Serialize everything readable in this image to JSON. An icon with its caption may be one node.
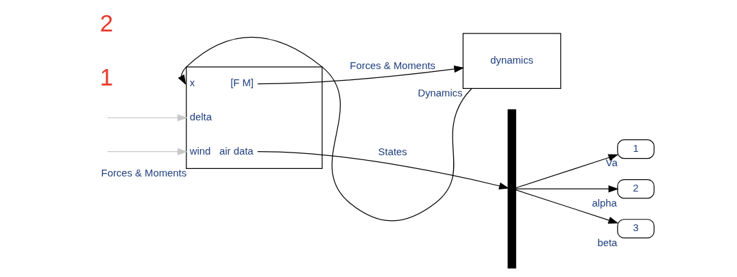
{
  "diagram": {
    "nodes": [
      {
        "text": [
          "x",
          "delta",
          "wind",
          "[F M]",
          "air data"
        ],
        "beside": [
          "Forces & Moments"
        ]
      },
      {
        "text": [
          "dynamics"
        ],
        "beside": [
          "Dynamics"
        ]
      },
      {
        "text": [],
        "shape": "bar"
      },
      {
        "text": [
          "1"
        ],
        "beside": [
          "Va"
        ]
      },
      {
        "text": [
          "2"
        ],
        "beside": [
          "alpha"
        ]
      },
      {
        "text": [
          "3"
        ],
        "beside": [
          "beta"
        ]
      }
    ],
    "edges": [
      {
        "from": 1,
        "to": 0,
        "arrow": "to"
      },
      {
        "from": null,
        "to": 0,
        "arrow": "to",
        "color": "#c8c8c8"
      },
      {
        "from": null,
        "to": 0,
        "arrow": "to",
        "color": "#c8c8c8"
      },
      {
        "from": 0,
        "to": 1,
        "arrow": "to",
        "label": "Forces & Moments"
      },
      {
        "from": 0,
        "to": 2,
        "arrow": "to",
        "label": "States"
      },
      {
        "from": 2,
        "to": 3,
        "arrow": "to"
      },
      {
        "from": 2,
        "to": 4,
        "arrow": "to"
      },
      {
        "from": 2,
        "to": 5,
        "arrow": "to"
      }
    ],
    "labels": [
      "1",
      "2"
    ]
  }
}
